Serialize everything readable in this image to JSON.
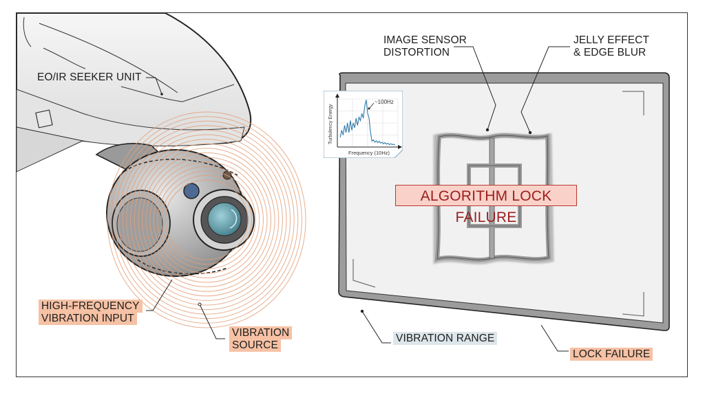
{
  "diagram": {
    "left_panel": {
      "labels": {
        "seeker_unit": "EO/IR SEEKER UNIT",
        "vibration_input_line1": "HIGH-FREQUENCY",
        "vibration_input_line2": "VIBRATION INPUT",
        "vibration_source_line1": "VIBRATION",
        "vibration_source_line2": "SOURCE"
      }
    },
    "right_panel": {
      "labels": {
        "sensor_distortion_line1": "IMAGE SENSOR",
        "sensor_distortion_line2": "DISTORTION",
        "jelly_effect_line1": "JELLY EFFECT",
        "jelly_effect_line2": "& EDGE BLUR",
        "vibration_range": "VIBRATION RANGE",
        "lock_failure": "LOCK FAILURE"
      },
      "alert_text": "ALGORITHM LOCK FAILURE"
    },
    "colors": {
      "vibration_rings": "#e2a07a",
      "highlight_orange": "#f6c1a4",
      "highlight_blue": "#dde6ea",
      "alert_fill": "#f9d1c8",
      "alert_text": "#9b1d1d",
      "spectrum_line": "#2f79a8"
    }
  },
  "chart_data": {
    "type": "line",
    "title": "",
    "xlabel": "Frequency (10Hz)",
    "ylabel": "Turbulency Energy",
    "annotation": "~100Hz",
    "peak_x": 10,
    "grid": true,
    "x": [
      1,
      1.5,
      2,
      2.5,
      3,
      3.5,
      4,
      4.5,
      5,
      5.5,
      6,
      6.5,
      7,
      7.5,
      8,
      8.5,
      9,
      9.5,
      10,
      10.5,
      11,
      11.5,
      12,
      12.5,
      13,
      13.5,
      14,
      14.5,
      15,
      15.5,
      16,
      16.5,
      17,
      17.5,
      18,
      18.5,
      19,
      19.5,
      20
    ],
    "values": [
      0.2,
      0.35,
      0.25,
      0.45,
      0.3,
      0.5,
      0.3,
      0.55,
      0.35,
      0.5,
      0.4,
      0.6,
      0.45,
      0.62,
      0.55,
      0.7,
      0.6,
      0.85,
      0.98,
      0.7,
      0.6,
      0.3,
      0.12,
      0.15,
      0.1,
      0.13,
      0.09,
      0.12,
      0.08,
      0.1,
      0.07,
      0.09,
      0.06,
      0.08,
      0.05,
      0.07,
      0.05,
      0.06,
      0.04
    ],
    "ylim": [
      0,
      1
    ],
    "xlim": [
      0,
      21
    ]
  }
}
